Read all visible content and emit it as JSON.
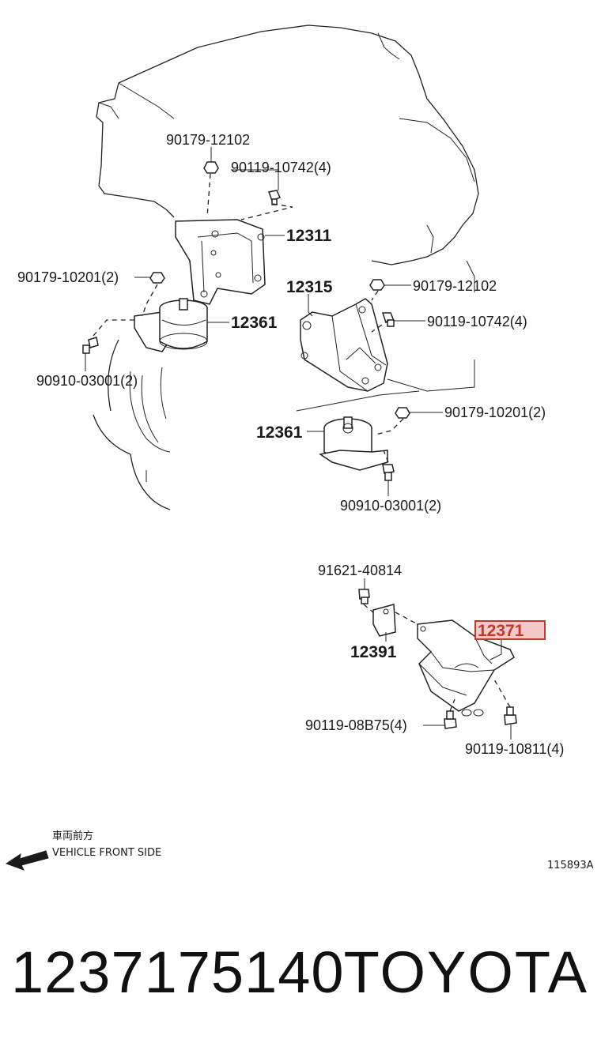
{
  "callouts": {
    "nut_top": "90179-12102",
    "bolt_top": "90119-10742(4)",
    "bracket_left": "12311",
    "nut_left": "90179-10201(2)",
    "insulator_left": "12361",
    "bolt_left": "90910-03001(2)",
    "bracket_right": "12315",
    "nut_right": "90179-12102",
    "bolt_right": "90119-10742(4)",
    "nut_right_lower": "90179-10201(2)",
    "insulator_right": "12361",
    "bolt_right_lower": "90910-03001(2)",
    "bolt_rear_top": "91621-40814",
    "stopper_rear": "12391",
    "insulator_rear": "12371",
    "bolt_rear_left": "90119-08B75(4)",
    "bolt_rear_right": "90119-10811(4)"
  },
  "direction_note": {
    "japanese": "車両前方",
    "english": "VEHICLE FRONT SIDE"
  },
  "figure_id": "115893A",
  "footer": {
    "part_number": "1237175140",
    "brand": "TOYOTA"
  },
  "colors": {
    "highlight_border": "#c0392b",
    "highlight_fill": "#f3c9c9",
    "line": "#222222"
  }
}
